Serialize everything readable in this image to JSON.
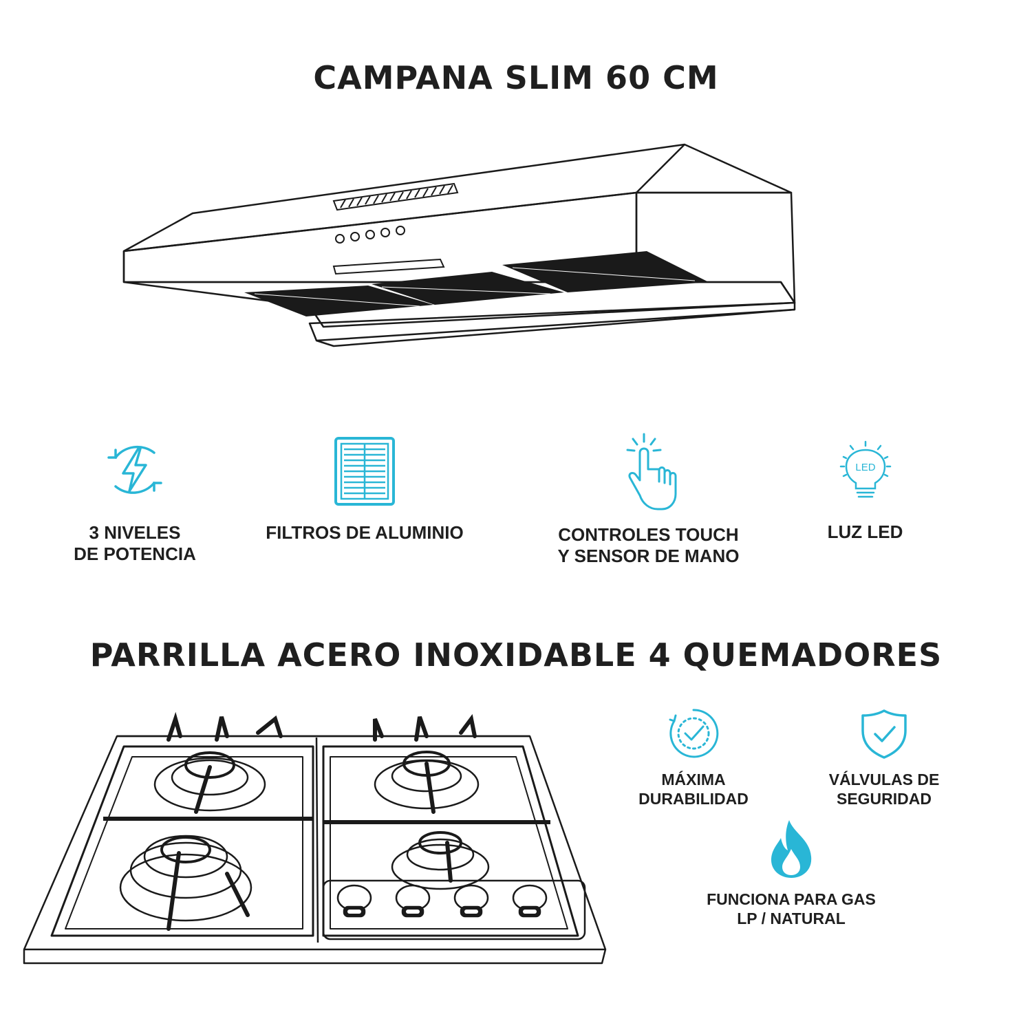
{
  "hood": {
    "title": "CAMPANA SLIM 60 CM",
    "features": [
      {
        "icon": "power-cycle-icon",
        "lines": [
          "3 NIVELES",
          "DE POTENCIA"
        ]
      },
      {
        "icon": "aluminum-filter-icon",
        "lines": [
          "FILTROS DE ALUMINIO"
        ]
      },
      {
        "icon": "touch-hand-icon",
        "lines": [
          "CONTROLES TOUCH",
          "Y SENSOR DE MANO"
        ]
      },
      {
        "icon": "led-bulb-icon",
        "lines": [
          "LUZ LED"
        ],
        "icon_text": "LED"
      }
    ]
  },
  "stove": {
    "title": "PARRILLA ACERO INOXIDABLE 4 QUEMADORES",
    "features": [
      {
        "icon": "durability-clock-icon",
        "lines": [
          "MÁXIMA",
          "DURABILIDAD"
        ]
      },
      {
        "icon": "safety-shield-icon",
        "lines": [
          "VÁLVULAS DE",
          "SEGURIDAD"
        ]
      },
      {
        "icon": "gas-flame-icon",
        "lines": [
          "FUNCIONA PARA GAS",
          "LP / NATURAL"
        ]
      }
    ]
  },
  "colors": {
    "accent": "#29b6d6",
    "text": "#1f1f1f",
    "line": "#1a1a1a"
  }
}
